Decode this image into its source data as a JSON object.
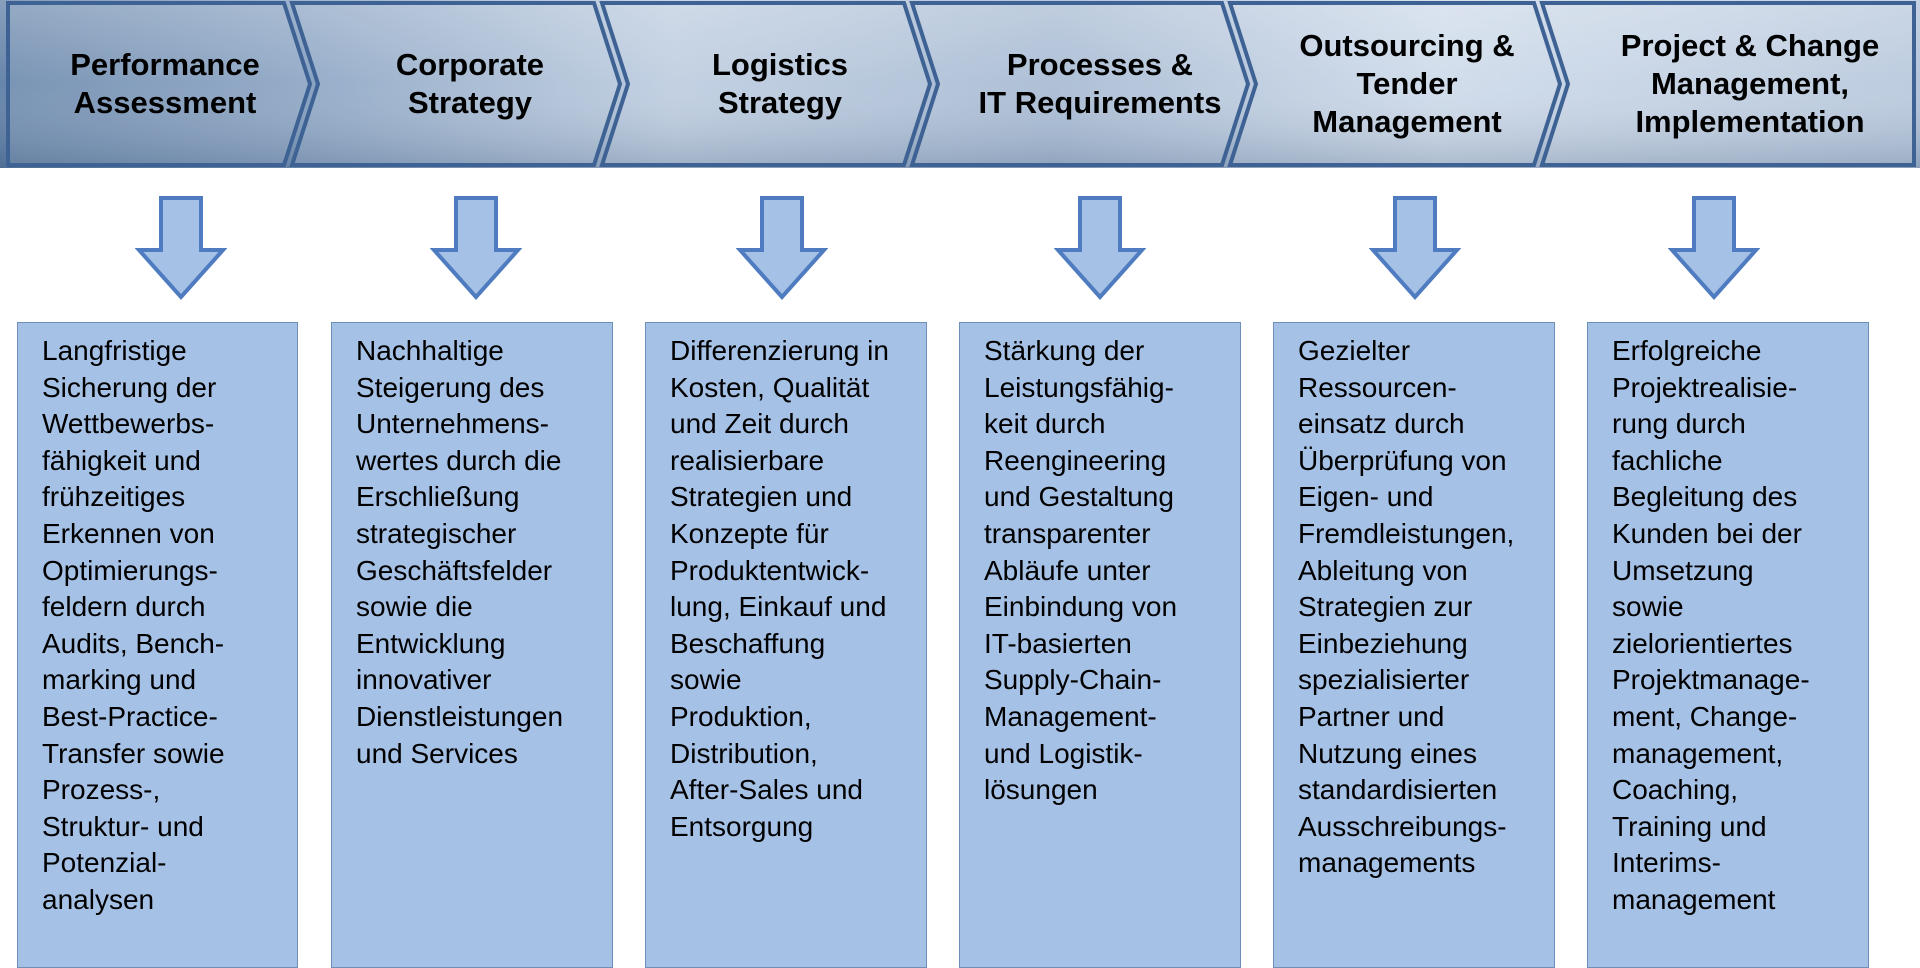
{
  "colors": {
    "chevron_fill_dark": "#5f7fa6",
    "chevron_fill_light": "#c9d7e8",
    "arrow_fill": "#a6c1e6",
    "arrow_stroke": "#4f7cc0",
    "box_fill": "#a6c1e6"
  },
  "stages": [
    {
      "title": "Performance\nAssessment",
      "icon": "down-arrow-icon",
      "description": "Langfristige\nSicherung der\nWettbewerbs-\nfähigkeit und\nfrühzeitiges\nErkennen von\nOptimierungs-\nfeldern durch\nAudits, Bench-\nmarking und\nBest-Practice-\nTransfer sowie\nProzess-,\nStruktur- und\nPotenzial-\nanalysen"
    },
    {
      "title": "Corporate\nStrategy",
      "icon": "down-arrow-icon",
      "description": "Nachhaltige\nSteigerung des\nUnternehmens-\nwertes durch die\nErschließung\nstrategischer\nGeschäftsfelder\nsowie die\nEntwicklung\ninnovativer\nDienstleistungen\nund Services"
    },
    {
      "title": "Logistics\nStrategy",
      "icon": "down-arrow-icon",
      "description": "Differenzierung in\nKosten, Qualität\nund Zeit durch\nrealisierbare\nStrategien und\nKonzepte für\nProduktentwick-\nlung, Einkauf und\nBeschaffung\nsowie\nProduktion,\nDistribution,\nAfter-Sales und\nEntsorgung"
    },
    {
      "title": "Processes &\nIT Requirements",
      "icon": "down-arrow-icon",
      "description": "Stärkung der\nLeistungsfähig-\nkeit durch\nReengineering\nund Gestaltung\ntransparenter\nAbläufe unter\nEinbindung von\nIT-basierten\nSupply-Chain-\nManagement-\nund Logistik-\nlösungen"
    },
    {
      "title": "Outsourcing &\nTender\nManagement",
      "icon": "down-arrow-icon",
      "description": "Gezielter\nRessourcen-\neinsatz durch\nÜberprüfung von\nEigen- und\nFremdleistungen,\nAbleitung von\nStrategien zur\nEinbeziehung\nspezialisierter\nPartner und\nNutzung eines\nstandardisierten\nAusschreibungs-\nmanagements"
    },
    {
      "title": "Project & Change\nManagement,\nImplementation",
      "icon": "down-arrow-icon",
      "description": "Erfolgreiche\nProjektrealisie-\nrung durch\nfachliche\nBegleitung des\nKunden bei der\nUmsetzung\nsowie\nzielorientiertes\nProjektmanage-\nment, Change-\nmanagement,\nCoaching,\nTraining und\nInterims-\nmanagement"
    }
  ]
}
